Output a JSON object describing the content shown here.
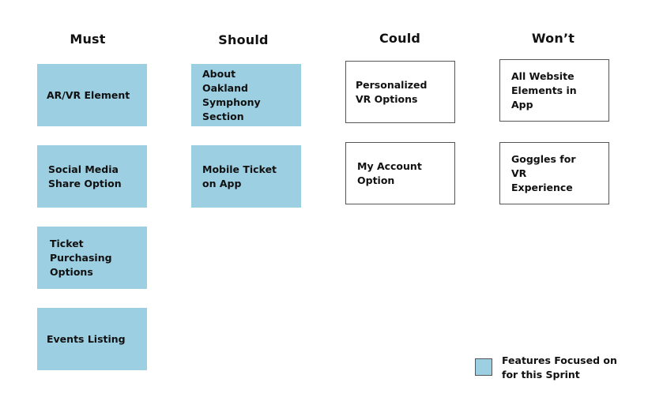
{
  "columns": [
    {
      "title": "Must",
      "cards": [
        {
          "label": "AR/VR Element",
          "style": "filled"
        },
        {
          "label": "Social Media Share Option",
          "style": "filled"
        },
        {
          "label": "Ticket Purchasing Options",
          "style": "filled"
        },
        {
          "label": "Events Listing",
          "style": "filled"
        }
      ]
    },
    {
      "title": "Should",
      "cards": [
        {
          "label": "About Oakland Symphony Section",
          "style": "filled"
        },
        {
          "label": "Mobile Ticket on App",
          "style": "filled"
        }
      ]
    },
    {
      "title": "Could",
      "cards": [
        {
          "label": "Personalized VR Options",
          "style": "outline"
        },
        {
          "label": "My Account Option",
          "style": "outline"
        }
      ]
    },
    {
      "title": "Won’t",
      "cards": [
        {
          "label": "All Website Elements in App",
          "style": "outline"
        },
        {
          "label": "Goggles for VR Experience",
          "style": "outline"
        }
      ]
    }
  ],
  "legend": {
    "label": "Features Focused on for this Sprint",
    "color": "#9ccfe2"
  }
}
